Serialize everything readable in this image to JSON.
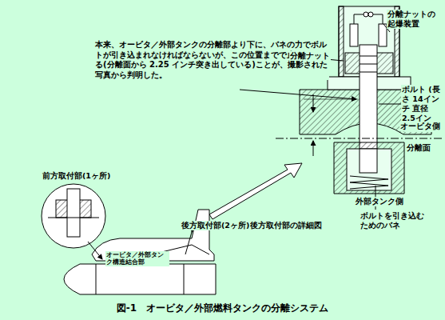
{
  "diagram": {
    "caption": "図-1　オービタ／外部燃料タンクの分離システム",
    "labels": [
      "本来、オービタ／外部タンクの分離部より下に、バネの力でボルトが引き込まれなければならないが、この位置までで止まっている(分離面から 2.25 インチ突き出している)ことが、撮影された写真から判明した。",
      "分離ナットの起爆装置",
      "分離ナット",
      "ボルト (長さ 14インチ 直径 2.5インチ)",
      "オービタ側",
      "分離面",
      "外部タンク側",
      "ボルトを引き込むためのバネ",
      "後方取付部の詳細図",
      "後方取付部(2ヶ所)",
      "前方取付部(1ヶ所)",
      "オービタ／外部タンク構造結合部"
    ]
  }
}
